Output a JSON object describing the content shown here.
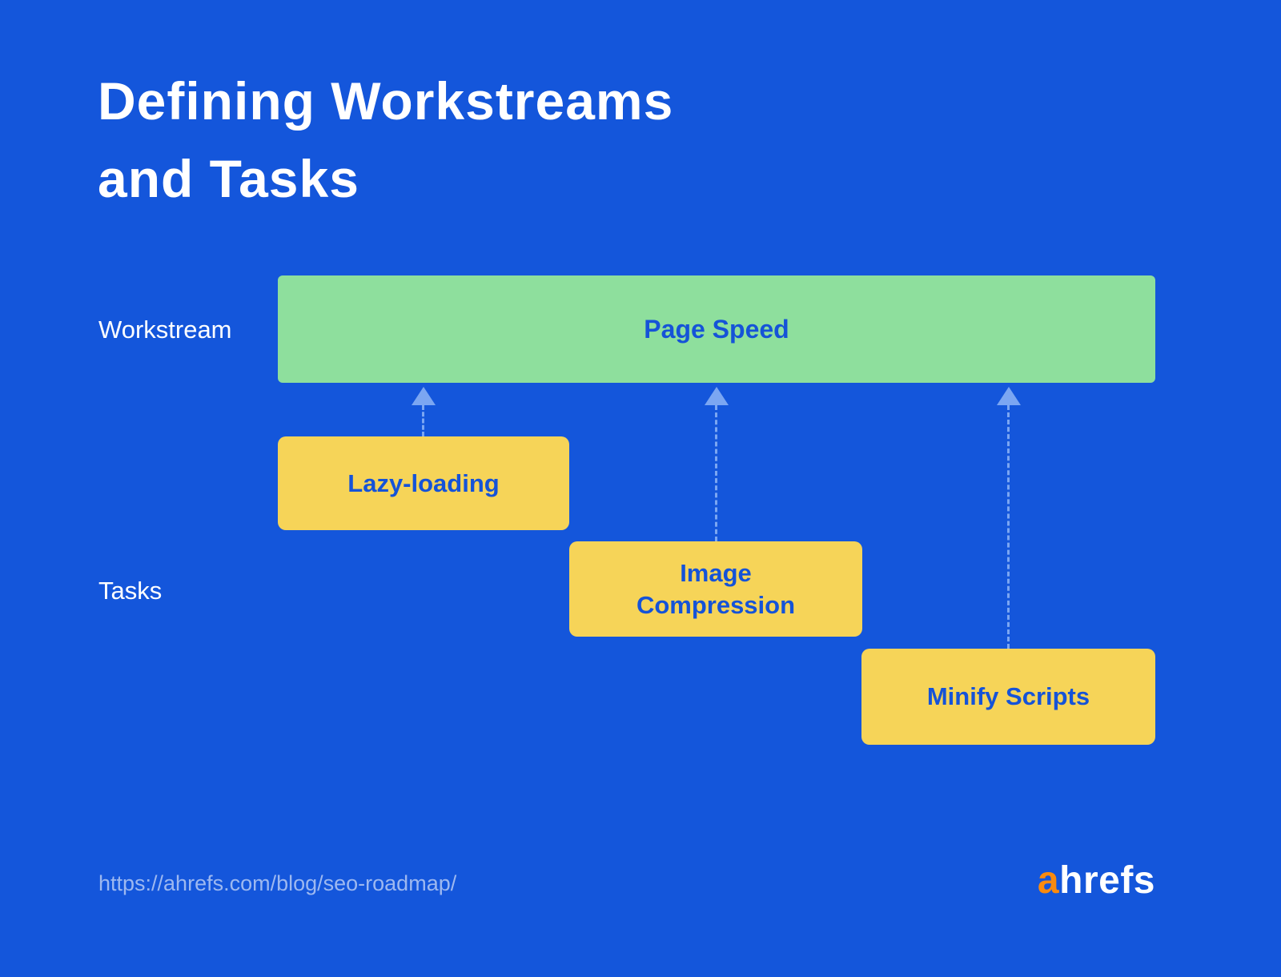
{
  "title": {
    "text": "Defining Workstreams\nand Tasks"
  },
  "labels": {
    "workstream": "Workstream",
    "tasks": "Tasks"
  },
  "workstream_bar": {
    "label": "Page Speed"
  },
  "tasks": [
    {
      "label": "Lazy-loading"
    },
    {
      "label": "Image Compression"
    },
    {
      "label": "Minify Scripts"
    }
  ],
  "footer": {
    "url": "https://ahrefs.com/blog/seo-roadmap/",
    "logo_a": "a",
    "logo_rest": "hrefs"
  },
  "colors": {
    "background": "#1456db",
    "workstream_bar": "#8edf9d",
    "task_box": "#f6d458",
    "connector": "#7ba6f2",
    "box_text": "#1553d8",
    "title_text": "#ffffff",
    "url_text": "#9db8f0",
    "logo_orange": "#fa8b0f"
  }
}
